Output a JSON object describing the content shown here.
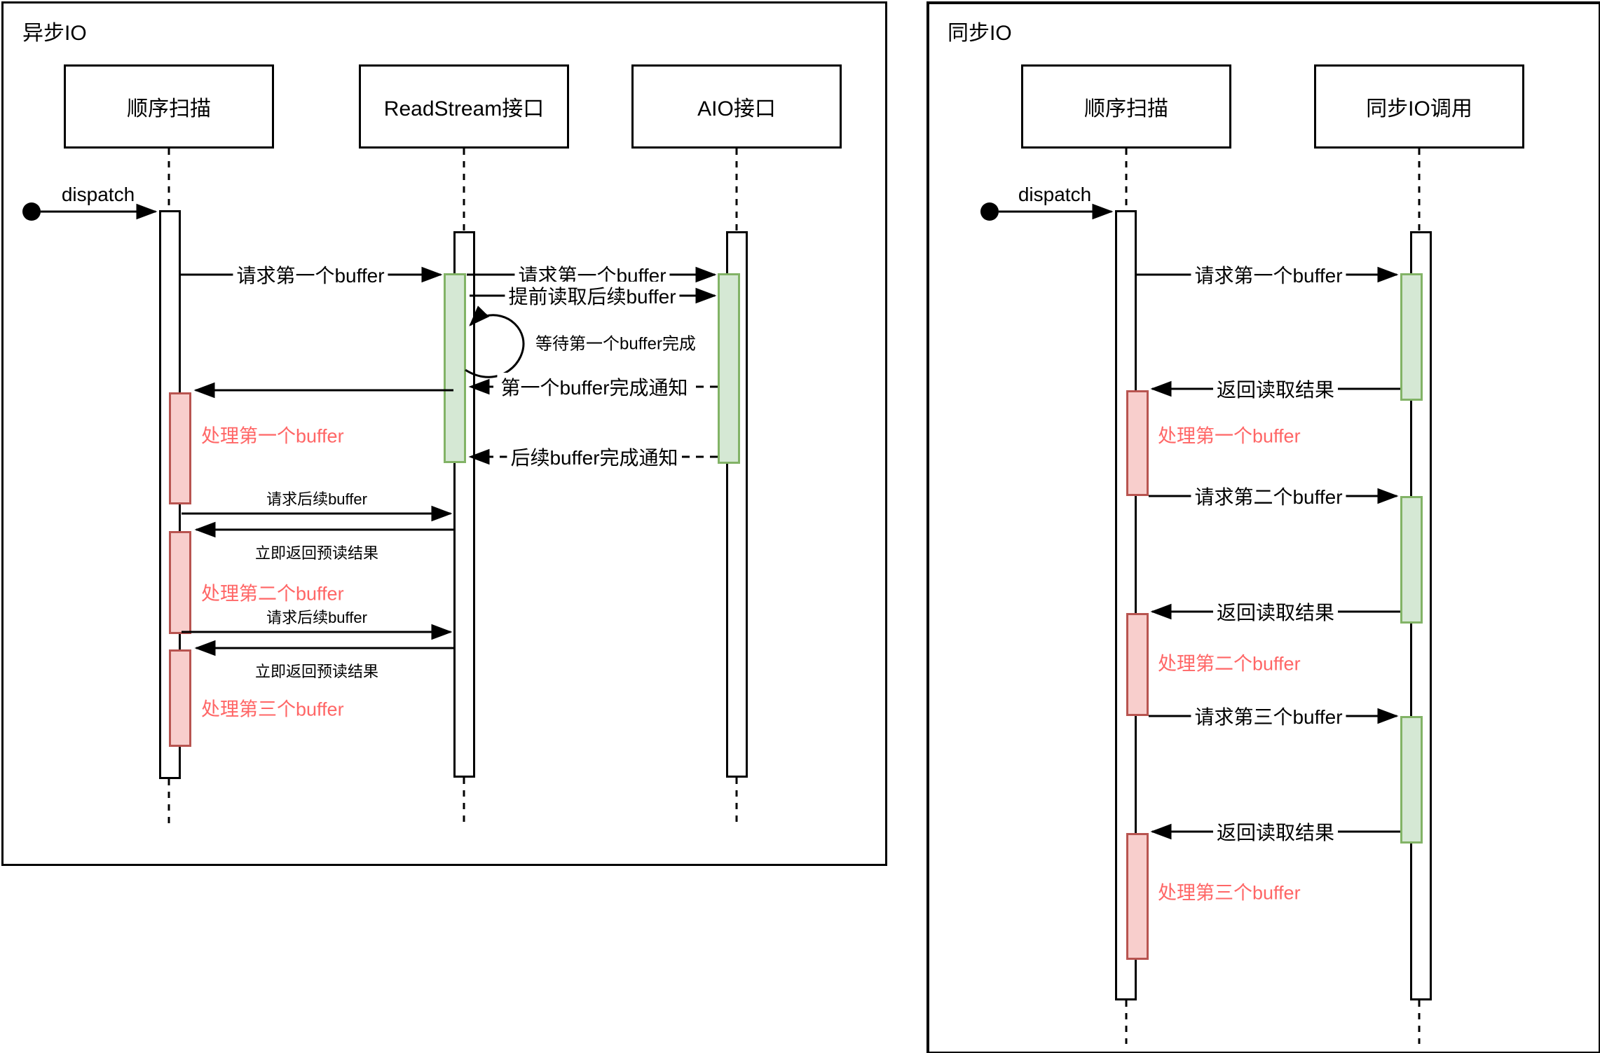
{
  "colors": {
    "green_fill": "#d5e8d4",
    "green_stroke": "#82b366",
    "red_fill": "#f8cecc",
    "red_stroke": "#b85450",
    "red_text": "#ff6666",
    "line": "#000000",
    "background": "#ffffff"
  },
  "async": {
    "title": "异步IO",
    "participants": [
      {
        "label": "顺序扫描"
      },
      {
        "label": "ReadStream接口"
      },
      {
        "label": "AIO接口"
      }
    ],
    "dispatch_label": "dispatch",
    "messages": {
      "req_first_scan_rs": "请求第一个buffer",
      "req_first_rs_aio": "请求第一个buffer",
      "prefetch_next": "提前读取后续buffer",
      "wait_first": "等待第一个buffer完成",
      "first_done": "第一个buffer完成通知",
      "next_done": "后续buffer完成通知",
      "req_next_1": "请求后续buffer",
      "ret_pre_1": "立即返回预读结果",
      "req_next_2": "请求后续buffer",
      "ret_pre_2": "立即返回预读结果"
    },
    "processes": [
      "处理第一个buffer",
      "处理第二个buffer",
      "处理第三个buffer"
    ]
  },
  "sync": {
    "title": "同步IO",
    "participants": [
      {
        "label": "顺序扫描"
      },
      {
        "label": "同步IO调用"
      }
    ],
    "dispatch_label": "dispatch",
    "messages": {
      "req1": "请求第一个buffer",
      "ret1": "返回读取结果",
      "req2": "请求第二个buffer",
      "ret2": "返回读取结果",
      "req3": "请求第三个buffer",
      "ret3": "返回读取结果"
    },
    "processes": [
      "处理第一个buffer",
      "处理第二个buffer",
      "处理第三个buffer"
    ]
  }
}
